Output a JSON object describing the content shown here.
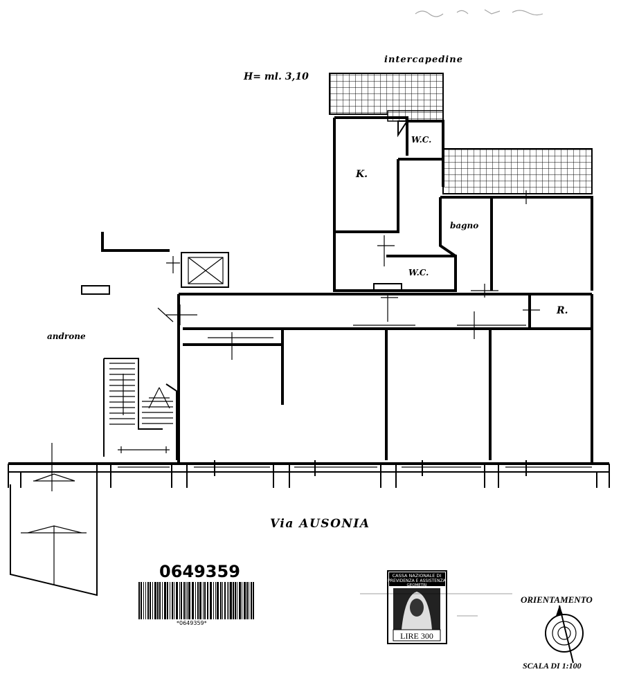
{
  "plan": {
    "height_note": "H= ml. 3,10",
    "street": "Via AUSONIA"
  },
  "rooms": {
    "intercapedine": "intercapedine",
    "wc_upper": "W.C.",
    "kitchen": "K.",
    "bagno": "bagno",
    "wc_lower": "W.C.",
    "storage": "R.",
    "androne": "androne"
  },
  "document": {
    "code": "0649359",
    "barcode_text": "*0649359*"
  },
  "stamp": {
    "line1": "CASSA NAZIONALE DI",
    "line2": "PREVIDENZA E ASSISTENZA",
    "line3": "GEOMETRI",
    "value": "LIRE 300"
  },
  "orientation": {
    "label": "ORIENTAMENTO",
    "scale": "SCALA DI 1:100"
  }
}
